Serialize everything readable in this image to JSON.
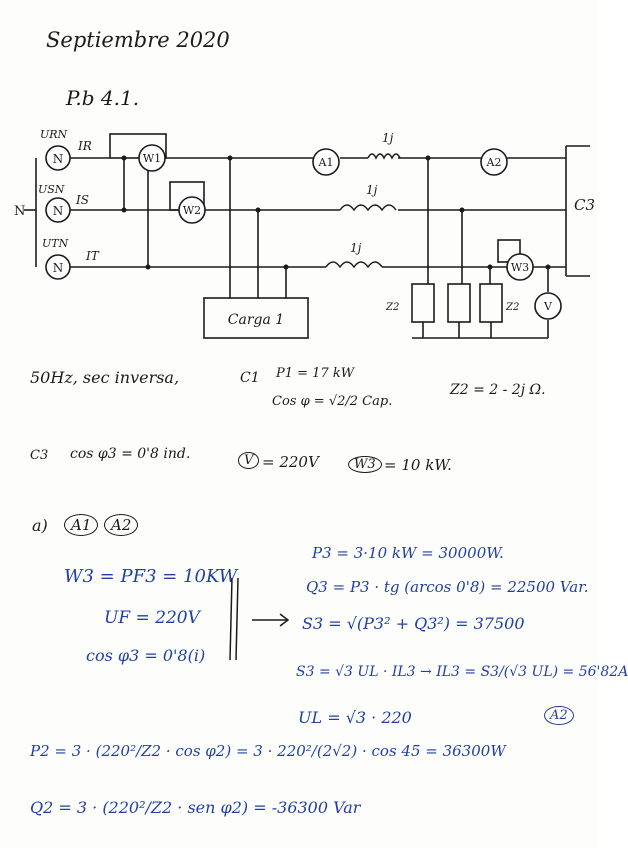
{
  "header": {
    "date": "Septiembre 2020",
    "problem": "P.b 4.1."
  },
  "circuit": {
    "sources": [
      "URN",
      "USN",
      "UTN"
    ],
    "currents": [
      "IR",
      "IS",
      "IT"
    ],
    "neutral": "N",
    "wattmeters": [
      "W1",
      "W2",
      "W3"
    ],
    "ammeters": [
      "A1",
      "A2"
    ],
    "reactances": [
      "1j",
      "1j",
      "1j"
    ],
    "load1": "Carga 1",
    "z2": "Z2",
    "voltmeter": "V",
    "load3": "C3"
  },
  "given": {
    "line1": "50Hz, sec inversa,",
    "c1_label": "C1",
    "p1": "P1 = 17 kW",
    "cos1": "Cos φ = √2/2  Cap.",
    "z2": "Z2 = 2 - 2j Ω.",
    "c3_label": "C3",
    "cos3": "cos φ3 = 0'8 ind.",
    "v_label": "V",
    "v_value": "= 220V",
    "w3_label": "W3",
    "w3_value": "= 10 kW."
  },
  "solution": {
    "part": "a)",
    "targets": [
      "A1",
      "A2"
    ],
    "w3": "W3 = PF3 = 10KW",
    "uf": "UF = 220V",
    "cos3": "cos φ3 = 0'8(i)",
    "p3": "P3 = 3·10 kW = 30000W.",
    "q3": "Q3 = P3 · tg (arcos 0'8) = 22500 Var.",
    "s3": "S3 = √(P3² + Q3²) = 37500",
    "s3b": "S3 = √3 UL · IL3 → IL3 = S3/(√3 UL) = 56'82A",
    "a2_mark": "A2",
    "ul": "UL = √3 · 220",
    "p2": "P2 = 3 · (220²/Z2 · cos φ2) = 3 · 220²/(2√2) · cos 45 = 36300W",
    "q2": "Q2 = 3 · (220²/Z2 · sen φ2) = -36300 Var"
  }
}
